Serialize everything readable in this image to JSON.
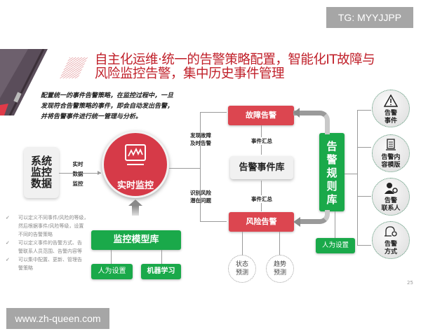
{
  "watermarks": {
    "top": "TG: MYYJJPP",
    "bottom": "www.zh-queen.com"
  },
  "slide": {
    "title_line1": "自主化运维·统一的告警策略配置，智能化IT故障与",
    "title_line2": "风险监控告警，集中历史事件管理",
    "intro": [
      "配置统一的事件告警策略，在监控过程中，一旦",
      "发现符合告警策略的事件，即会自动发出告警，",
      "并将告警事件进行统一管理与分析。"
    ],
    "page_number": "25"
  },
  "diagram": {
    "source_box": [
      "系统",
      "监控",
      "数据"
    ],
    "source_arrow_label": [
      "实时",
      "数据",
      "监控"
    ],
    "center_circle": {
      "icon": "monitor-waveform-icon",
      "label": "实时监控"
    },
    "branch_labels": {
      "upper": [
        "发现故障",
        "及时告警"
      ],
      "lower": [
        "识别风险",
        "潜在问题"
      ]
    },
    "fault_alarm": "故障告警",
    "risk_alarm": "风险告警",
    "event_db": "告警事件库",
    "summary_label_top": "事件汇总",
    "summary_label_bottom": "事件汇总",
    "predictions": [
      {
        "line1": "状态",
        "line2": "预测"
      },
      {
        "line1": "趋势",
        "line2": "预测"
      }
    ],
    "rule_db": [
      "告",
      "警",
      "规",
      "则",
      "库"
    ],
    "rule_manual": "人为设置",
    "model_db": "监控模型库",
    "model_inputs": [
      "人为设置",
      "机器学习"
    ],
    "outputs": [
      {
        "icon": "warning-triangle-icon",
        "line1": "告警",
        "line2": "事件"
      },
      {
        "icon": "document-template-icon",
        "line1": "告警内",
        "line2": "容模版"
      },
      {
        "icon": "contact-person-gear-icon",
        "line1": "告警",
        "line2": "联系人"
      },
      {
        "icon": "bell-gear-icon",
        "line1": "告警",
        "line2": "方式"
      }
    ],
    "colors": {
      "red": "#dc4650",
      "green": "#1aa94a",
      "title_red": "#c0202a",
      "grey": "#f1f1f1"
    }
  },
  "notes": [
    [
      "可以定义不同事件/风险的等级，",
      "然后根据事件/风险等级，设置",
      "不同的告警策略"
    ],
    [
      "可以定义事件的告警方式、告",
      "警联系人员范围、告警内容等"
    ],
    [
      "可以集中配置、更新、管理告",
      "警策略"
    ]
  ]
}
